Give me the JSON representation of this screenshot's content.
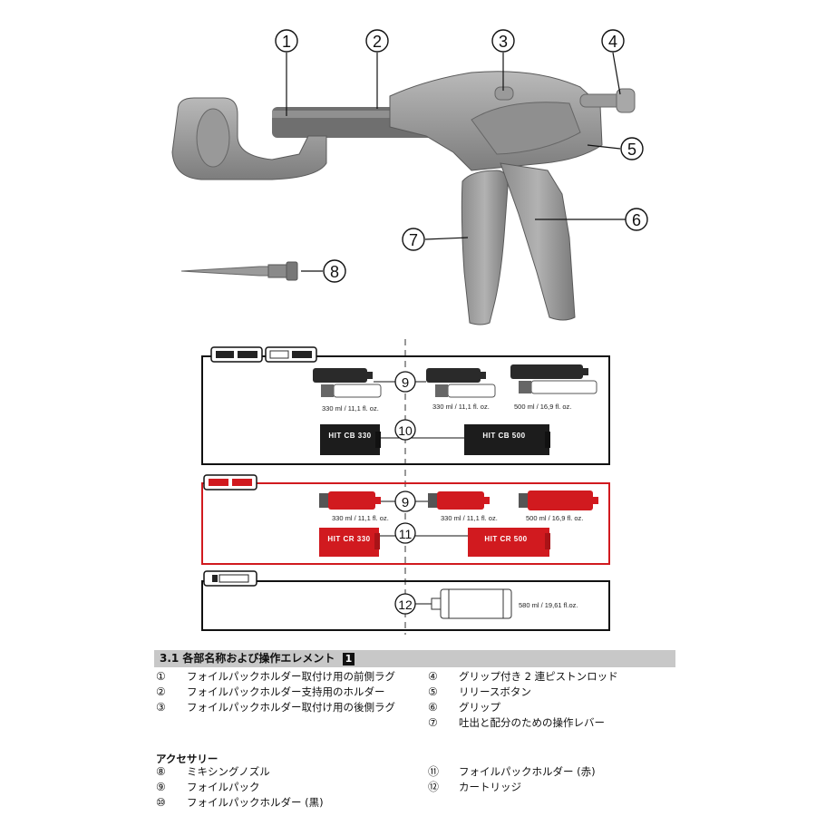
{
  "callouts": [
    "1",
    "2",
    "3",
    "4",
    "5",
    "6",
    "7",
    "8"
  ],
  "black_box": {
    "badges": [
      "9",
      "10"
    ],
    "volumes": [
      "330 ml / 11,1 fl. oz.",
      "330 ml / 11,1 fl. oz.",
      "500 ml / 16,9 fl. oz."
    ],
    "holders": [
      "HIT CB 330",
      "HIT CB 500"
    ]
  },
  "red_box": {
    "badges": [
      "9",
      "11"
    ],
    "volumes": [
      "330 ml / 11,1 fl. oz.",
      "330 ml / 11,1 fl. oz.",
      "500 ml / 16,9 fl. oz."
    ],
    "holders": [
      "HIT CR 330",
      "HIT CR 500"
    ],
    "accent": "#d11a1f"
  },
  "cartridge_box": {
    "badge": "12",
    "volume": "580 ml / 19,61 fl.oz."
  },
  "section": {
    "title": "3.1  各部名称および操作エレメント",
    "figure_ref": "1"
  },
  "parts_left": [
    {
      "num": "①",
      "text": "フォイルパックホルダー取付け用の前側ラグ"
    },
    {
      "num": "②",
      "text": "フォイルパックホルダー支持用のホルダー"
    },
    {
      "num": "③",
      "text": "フォイルパックホルダー取付け用の後側ラグ"
    }
  ],
  "parts_right": [
    {
      "num": "④",
      "text": "グリップ付き 2 連ピストンロッド"
    },
    {
      "num": "⑤",
      "text": "リリースボタン"
    },
    {
      "num": "⑥",
      "text": "グリップ"
    },
    {
      "num": "⑦",
      "text": "吐出と配分のための操作レバー"
    }
  ],
  "accessories": {
    "title": "アクセサリー",
    "left": [
      {
        "num": "⑧",
        "text": "ミキシングノズル"
      },
      {
        "num": "⑨",
        "text": "フォイルパック"
      },
      {
        "num": "⑩",
        "text": "フォイルパックホルダー (黒)"
      }
    ],
    "right": [
      {
        "num": "⑪",
        "text": "フォイルパックホルダー (赤)"
      },
      {
        "num": "⑫",
        "text": "カートリッジ"
      }
    ]
  }
}
